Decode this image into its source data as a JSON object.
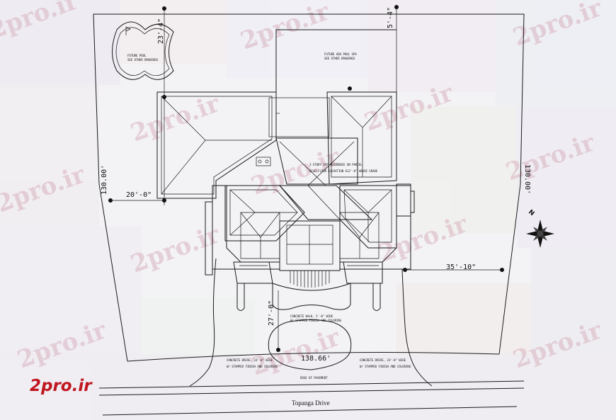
{
  "logo": "2pro.ir",
  "watermark": "2pro.ir",
  "street_name": "Topanga Drive",
  "dimensions": {
    "left_boundary": "130.00'",
    "right_boundary": "130.00'",
    "left_setback": "20'-0\"",
    "right_setback": "35'-10\"",
    "front_setback": "27'-0\"",
    "top_setback": "5'-4\"",
    "pool_dim": "23'-4\"",
    "frontage": "138.66'"
  },
  "notes": {
    "pool": [
      "FUTURE POOL",
      "SEE OTHER DRAWINGS"
    ],
    "rear": [
      "FUTURE ADU POOL SPA",
      "SEE OTHER DRAWINGS"
    ],
    "house": [
      "2-STORY SFD RESIDENCE ON PARCEL",
      "HIGH FLOOR ELEVATION 612'-0\" ABOVE GRADE"
    ],
    "walk": [
      "CONCRETE WALK, 5'-0\" WIDE",
      "W/ STAMPED FINISH AND COLORING"
    ],
    "drive_left": [
      "CONCRETE DRIVE, 24'-0\" WIDE",
      "W/ STAMPED FINISH AND COLORING"
    ],
    "drive_right": [
      "CONCRETE DRIVE, 24'-0\" WIDE",
      "W/ STAMPED FINISH AND COLORING"
    ],
    "pavement": [
      "EDGE OF PAVEMENT"
    ]
  },
  "compass": {
    "label": "N"
  }
}
